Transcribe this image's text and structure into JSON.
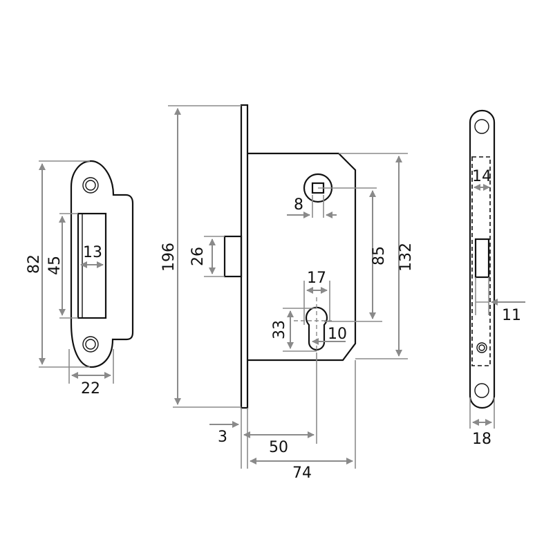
{
  "diagram": {
    "title": "Mortise lock dimension drawing",
    "colors": {
      "outline": "#111111",
      "dimension": "#8a8a8a",
      "background": "#ffffff"
    },
    "strike_plate": {
      "height": "82",
      "slot_height": "45",
      "slot_width": "13",
      "width": "22"
    },
    "lock_body": {
      "faceplate_height": "196",
      "latch_height": "26",
      "spindle_square": "8",
      "spindle_to_cylinder": "85",
      "body_height": "132",
      "cylinder_width": "17",
      "cylinder_height": "33",
      "cylinder_bottom_width": "10",
      "faceplate_thickness": "3",
      "backset": "50",
      "body_depth": "74"
    },
    "faceplate_front": {
      "inner_width": "14",
      "latch_offset": "11",
      "width": "18"
    }
  }
}
